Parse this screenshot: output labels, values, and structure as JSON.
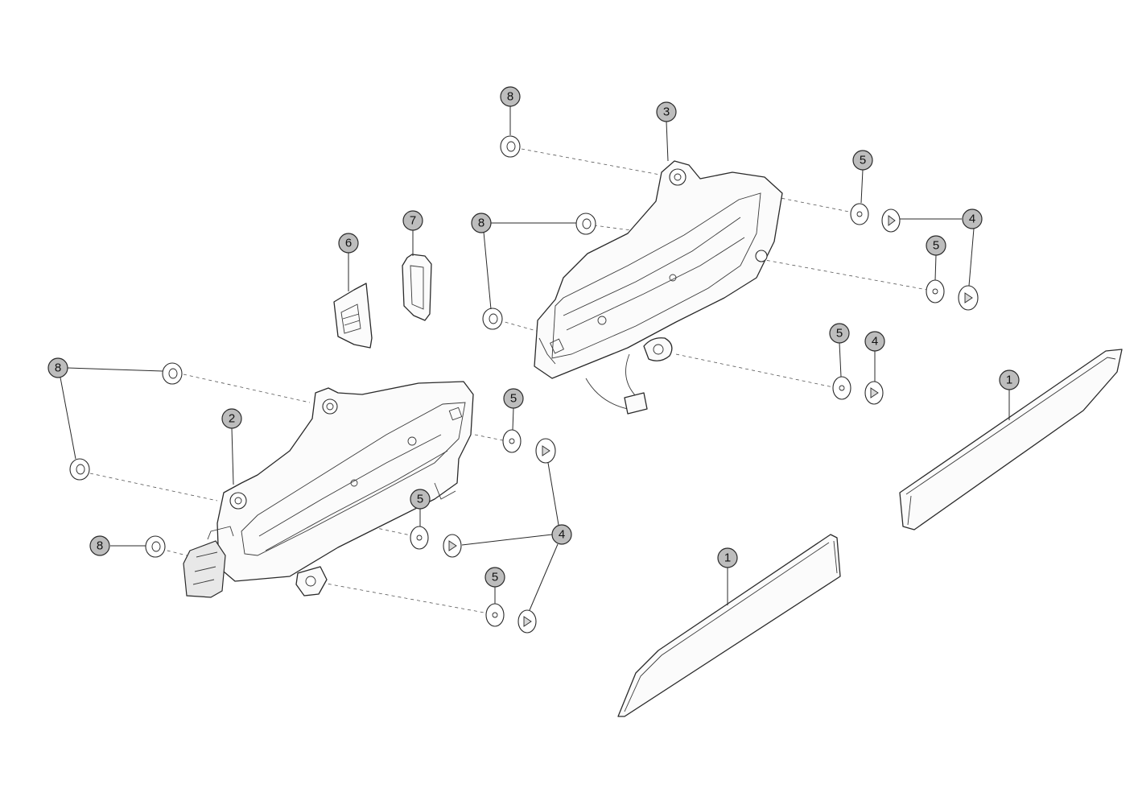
{
  "callouts": {
    "c1a": "1",
    "c1b": "1",
    "c2": "2",
    "c3": "3",
    "c4a": "4",
    "c4b": "4",
    "c4c": "4",
    "c5a": "5",
    "c5b": "5",
    "c5c": "5",
    "c5d": "5",
    "c5e": "5",
    "c5f": "5",
    "c6": "6",
    "c7": "7",
    "c8a": "8",
    "c8b": "8",
    "c8c": "8",
    "c8d": "8"
  },
  "colors": {
    "callout_fill": "#bdbdbd",
    "line": "#2a2a2a",
    "background": "#ffffff"
  }
}
